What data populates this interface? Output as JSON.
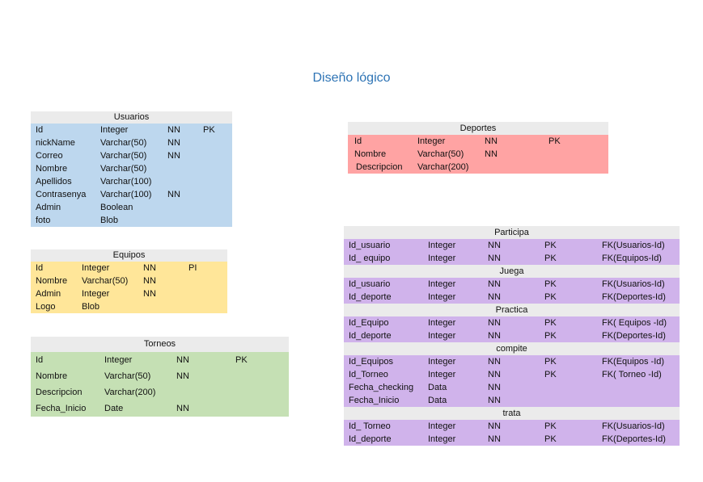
{
  "title": "Diseño lógico",
  "tables": {
    "usuarios": {
      "name": "Usuarios",
      "rows": [
        [
          "Id",
          "Integer",
          "NN",
          "PK"
        ],
        [
          "nickName",
          "Varchar(50)",
          "NN",
          ""
        ],
        [
          "Correo",
          "Varchar(50)",
          "NN",
          ""
        ],
        [
          "Nombre",
          "Varchar(50)",
          "",
          ""
        ],
        [
          "Apellidos",
          "Varchar(100)",
          "",
          ""
        ],
        [
          "Contrasenya",
          "Varchar(100)",
          "NN",
          ""
        ],
        [
          "Admin",
          "Boolean",
          "",
          ""
        ],
        [
          "foto",
          "Blob",
          "",
          ""
        ]
      ]
    },
    "deportes": {
      "name": "Deportes",
      "rows": [
        [
          "Id",
          "Integer",
          "NN",
          "PK"
        ],
        [
          "Nombre",
          "Varchar(50)",
          "NN",
          ""
        ],
        [
          "Descripcion",
          "Varchar(200)",
          "",
          ""
        ]
      ]
    },
    "equipos": {
      "name": "Equipos",
      "rows": [
        [
          "Id",
          "Integer",
          "NN",
          "PI"
        ],
        [
          "Nombre",
          "Varchar(50)",
          "NN",
          ""
        ],
        [
          "Admin",
          "Integer",
          "NN",
          ""
        ],
        [
          "Logo",
          "Blob",
          "",
          ""
        ]
      ]
    },
    "torneos": {
      "name": "Torneos",
      "rows": [
        [
          "Id",
          "Integer",
          "NN",
          "PK"
        ],
        [
          "Nombre",
          "Varchar(50)",
          "NN",
          ""
        ],
        [
          "Descripcion",
          "Varchar(200)",
          "",
          ""
        ],
        [
          "Fecha_Inicio",
          "Date",
          "NN",
          ""
        ]
      ]
    },
    "relations": [
      {
        "name": "Participa",
        "rows": [
          [
            "Id_usuario",
            "Integer",
            "NN",
            "PK",
            "FK(Usuarios-Id)"
          ],
          [
            "Id_ equipo",
            "Integer",
            "NN",
            "PK",
            "FK(Equipos-Id)"
          ]
        ]
      },
      {
        "name": "Juega",
        "rows": [
          [
            "Id_usuario",
            "Integer",
            "NN",
            "PK",
            "FK(Usuarios-Id)"
          ],
          [
            "Id_deporte",
            "Integer",
            "NN",
            "PK",
            "FK(Deportes-Id)"
          ]
        ]
      },
      {
        "name": "Practica",
        "rows": [
          [
            "Id_Equipo",
            "Integer",
            "NN",
            "PK",
            "FK( Equipos -Id)"
          ],
          [
            "Id_deporte",
            "Integer",
            "NN",
            "PK",
            "FK(Deportes-Id)"
          ]
        ]
      },
      {
        "name": "compite",
        "rows": [
          [
            "Id_Equipos",
            "Integer",
            "NN",
            "PK",
            "FK(Equipos -Id)"
          ],
          [
            "Id_Torneo",
            "Integer",
            "NN",
            "PK",
            "FK( Torneo -Id)"
          ],
          [
            "Fecha_checking",
            "Data",
            "NN",
            "",
            ""
          ],
          [
            "Fecha_Inicio",
            "Data",
            "NN",
            "",
            ""
          ]
        ]
      },
      {
        "name": "trata",
        "rows": [
          [
            "Id_ Torneo",
            "Integer",
            "NN",
            "PK",
            "FK(Usuarios-Id)"
          ],
          [
            "Id_deporte",
            "Integer",
            "NN",
            "PK",
            "FK(Deportes-Id)"
          ]
        ]
      }
    ]
  },
  "colors": {
    "title": "#2e74b5",
    "header_bg": "#ebebeb",
    "usuarios_bg": "#bdd7ee",
    "deportes_bg": "#ffa3a3",
    "equipos_bg": "#ffe699",
    "torneos_bg": "#c5e0b4",
    "relations_bg": "#d0b3eb"
  }
}
